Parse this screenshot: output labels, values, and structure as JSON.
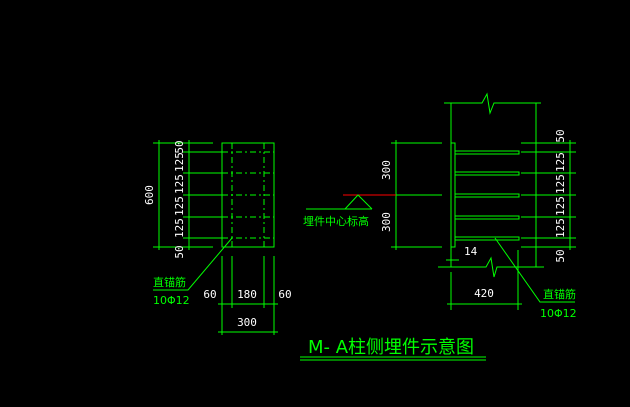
{
  "colors": {
    "background": "#000000",
    "line": "#00ff00",
    "dimension_text": "#ffffff",
    "elevation_line": "#ff0000"
  },
  "title": "M- A柱侧埋件示意图",
  "front_view": {
    "total_height": "600",
    "spacings": [
      "50",
      "125",
      "125",
      "125",
      "125",
      "50"
    ],
    "widths": [
      "60",
      "180",
      "60"
    ],
    "total_width": "300",
    "anchor_label": "直锚筋",
    "anchor_spec": "10Φ12"
  },
  "side_view": {
    "upper_height": "300",
    "lower_height": "300",
    "elevation_label": "埋件中心标高",
    "spacings": [
      "50",
      "125",
      "125",
      "125",
      "125",
      "50"
    ],
    "plate_thickness": "14",
    "bar_length": "420",
    "anchor_label": "直锚筋",
    "anchor_spec": "10Φ12"
  }
}
